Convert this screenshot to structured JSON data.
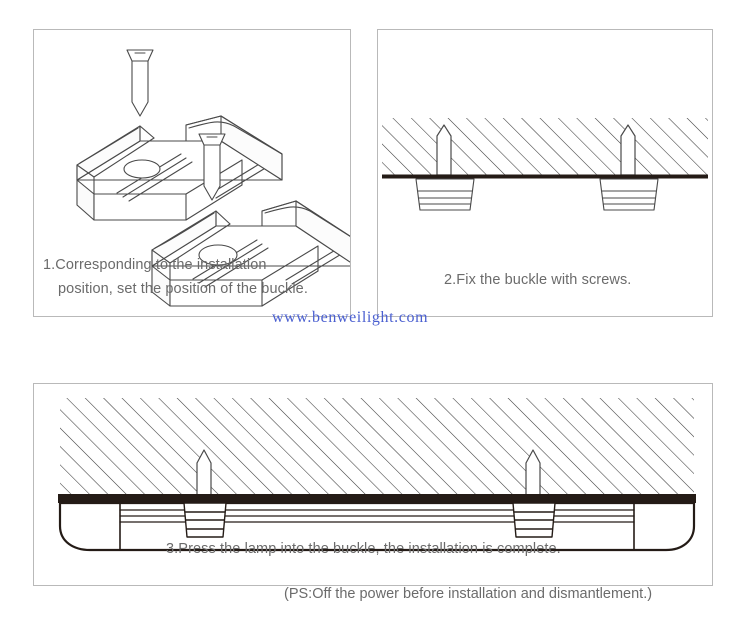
{
  "document": {
    "title": "LED Lamp Buckle Installation Instructions",
    "background_color": "#ffffff",
    "panel_border_color": "#b9b9b9",
    "line_color": "#3a3a3a",
    "text_color": "#6b6b6b",
    "watermark_color": "#4a5fd0",
    "ceiling_fill_color": "#2b211c"
  },
  "steps": [
    {
      "number": "1",
      "caption_line_1": "1.Corresponding to the installation",
      "caption_line_2": "position, set the position of the buckle.",
      "illustration": "two isometric metal buckles with countersunk screws above each",
      "parts": [
        "buckle-bracket",
        "countersunk-screw"
      ]
    },
    {
      "number": "2",
      "caption_line_1": "2.Fix the buckle with screws.",
      "illustration": "cross-section of hatched ceiling with two screws driven through into buckles below",
      "parts": [
        "hatched-ceiling",
        "ceiling-surface-line",
        "screw",
        "buckle-body"
      ]
    },
    {
      "number": "3",
      "caption_line_1": "3.Press the lamp into the buckle, the installation is complete.",
      "illustration": "cross-section of hatched ceiling with lamp fixture snapped into two buckles",
      "parts": [
        "hatched-ceiling",
        "ceiling-surface-line",
        "screw",
        "buckle-body",
        "lamp-housing"
      ]
    }
  ],
  "watermark": {
    "text": "www.benweilight.com"
  },
  "note": {
    "text": "(PS:Off the power before installation and dismantlement.)"
  }
}
